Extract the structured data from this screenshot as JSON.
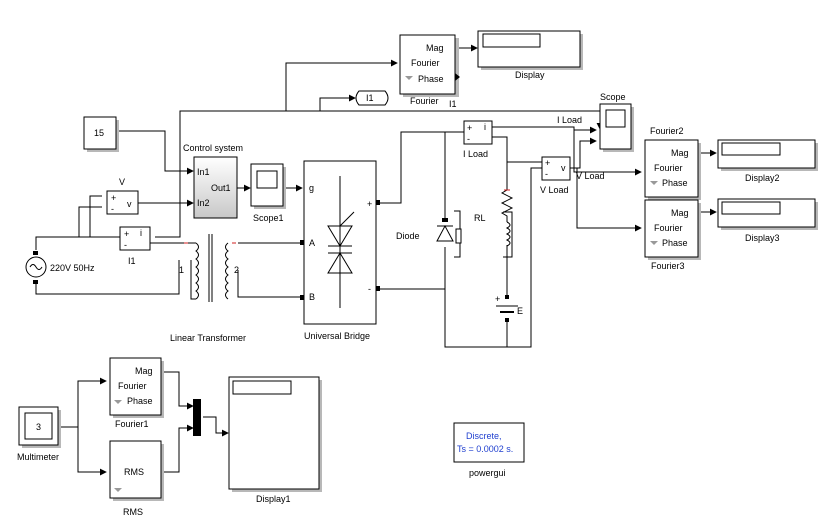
{
  "blocks": {
    "fourier": {
      "name": "Fourier",
      "ports": [
        "Mag",
        "Fourier",
        "Phase"
      ]
    },
    "fourier1": {
      "name": "Fourier1",
      "ports": [
        "Mag",
        "Fourier",
        "Phase"
      ]
    },
    "fourier2": {
      "name": "Fourier2",
      "ports": [
        "Mag",
        "Fourier",
        "Phase"
      ]
    },
    "fourier3": {
      "name": "Fourier3",
      "ports": [
        "Mag",
        "Fourier",
        "Phase"
      ]
    },
    "display": {
      "name": "Display"
    },
    "display1": {
      "name": "Display1"
    },
    "display2": {
      "name": "Display2"
    },
    "display3": {
      "name": "Display3"
    },
    "goto_i1": {
      "tag": "I1",
      "label": "I1"
    },
    "scope": {
      "name": "Scope"
    },
    "scope1": {
      "name": "Scope1"
    },
    "const15": {
      "value": "15"
    },
    "control": {
      "name": "Control system",
      "in1": "In1",
      "in2": "In2",
      "out1": "Out1"
    },
    "vmeas": {
      "name": "V",
      "plus": "+",
      "minus": "-",
      "out": "v"
    },
    "imeas_i1": {
      "name": "I1",
      "plus": "+",
      "minus": "-",
      "out": "i"
    },
    "iload": {
      "name": "I Load",
      "plus": "+",
      "minus": "-",
      "out": "i"
    },
    "vload": {
      "name": "V Load",
      "plus": "+",
      "minus": "-",
      "out": "v"
    },
    "source": {
      "name": "220V 50Hz"
    },
    "transformer": {
      "name": "Linear Transformer",
      "w1": "1",
      "w2": "2"
    },
    "bridge": {
      "name": "Universal Bridge",
      "g": "g",
      "a": "A",
      "b": "B",
      "plus": "+",
      "minus": "-"
    },
    "diode": {
      "name": "Diode"
    },
    "rl": {
      "name": "RL"
    },
    "battery": {
      "name": "E"
    },
    "multimeter": {
      "name": "Multimeter",
      "value": "3"
    },
    "rms": {
      "name": "RMS",
      "label": "RMS"
    },
    "powergui": {
      "name": "powergui",
      "line1": "Discrete,",
      "line2": "Ts = 0.0002 s."
    }
  },
  "signals": {
    "i_load": "I Load",
    "v_load": "V Load"
  }
}
